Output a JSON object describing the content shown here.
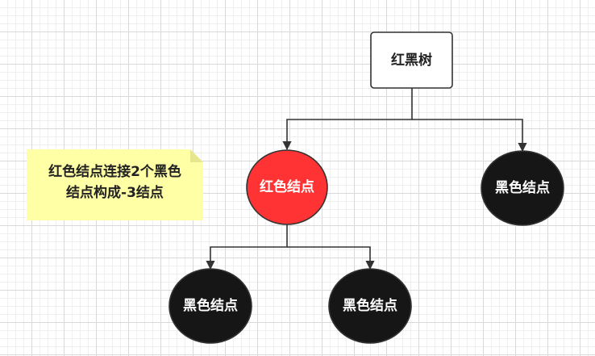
{
  "root": {
    "label": "红黑树"
  },
  "nodes": {
    "red": {
      "label": "红色结点",
      "color": "#ff3333"
    },
    "black_right": {
      "label": "黑色结点",
      "color": "#161616"
    },
    "black_left": {
      "label": "黑色结点",
      "color": "#161616"
    },
    "black_mid": {
      "label": "黑色结点",
      "color": "#161616"
    }
  },
  "note": {
    "line1": "红色结点连接2个黑色",
    "line2": "结点构成-3结点",
    "color": "#ffffa6"
  }
}
